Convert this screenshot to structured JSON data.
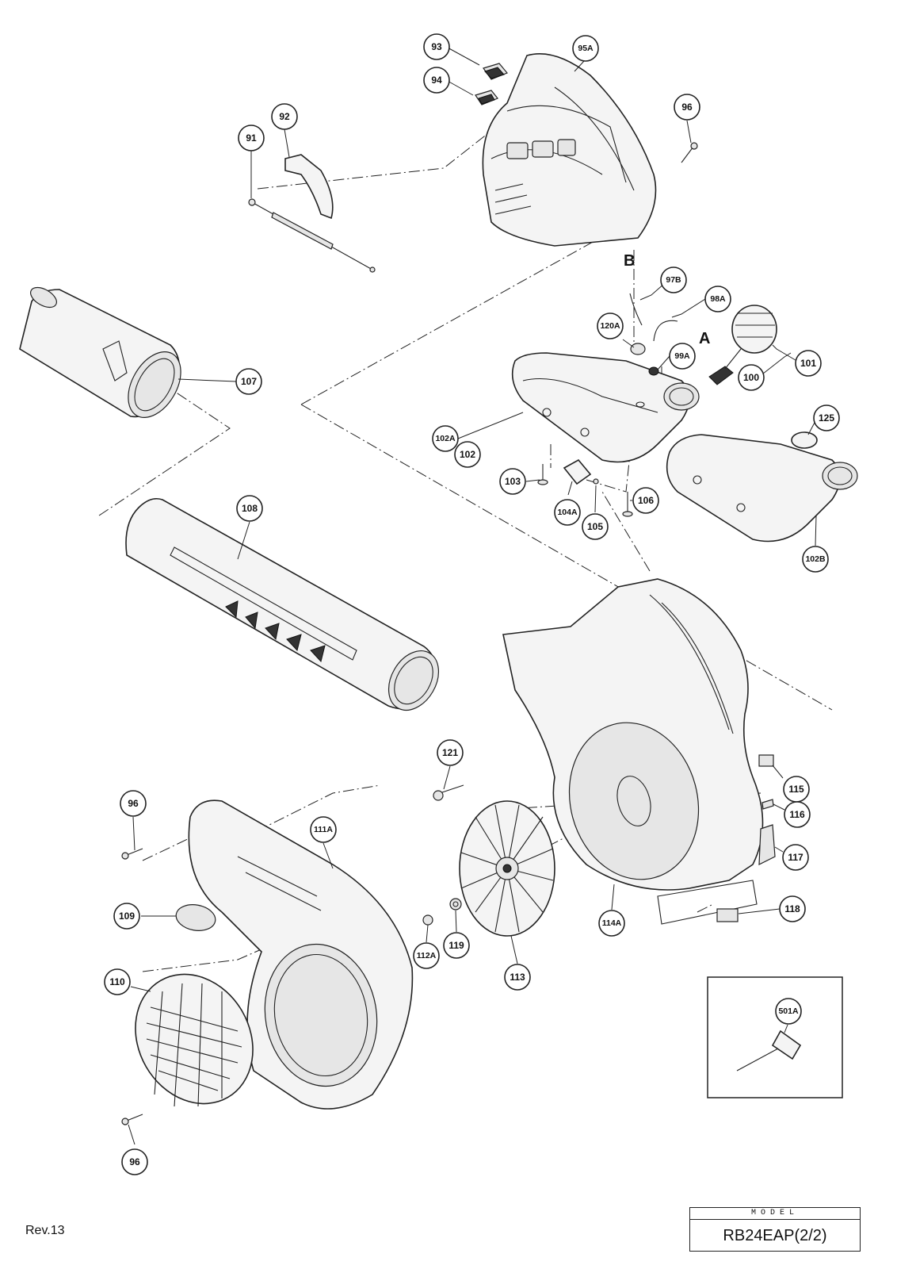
{
  "diagram": {
    "callouts": [
      "93",
      "94",
      "95A",
      "96",
      "92",
      "91",
      "97B",
      "98A",
      "120A",
      "99A",
      "101",
      "100",
      "107",
      "102A",
      "102",
      "125",
      "103",
      "104A",
      "105",
      "106",
      "102B",
      "108",
      "121",
      "96",
      "111A",
      "115",
      "116",
      "117",
      "118",
      "109",
      "112A",
      "119",
      "113",
      "114A",
      "110",
      "501A",
      "96"
    ],
    "letters": [
      "B",
      "A"
    ]
  },
  "footer": {
    "revision": "Rev.13",
    "model_label": "MODEL",
    "model_name": "RB24EAP(2/2)"
  }
}
